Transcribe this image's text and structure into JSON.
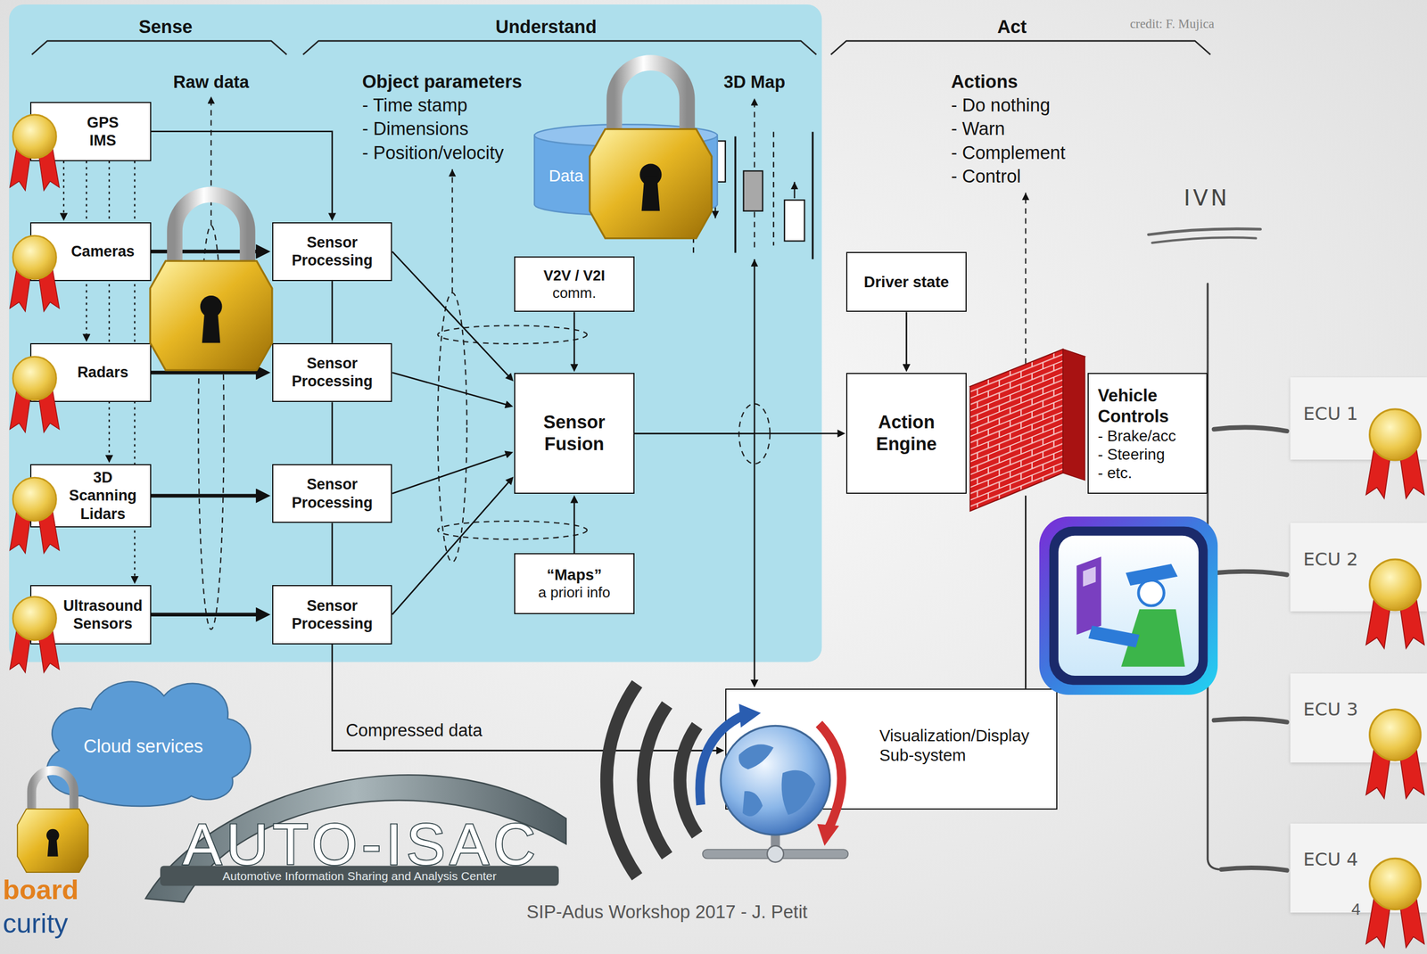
{
  "diagram": {
    "nodes": [
      {
        "text": [
          "GPS IMS"
        ]
      },
      {
        "text": [
          "Cameras"
        ]
      },
      {
        "text": [
          "Radars"
        ]
      },
      {
        "text": [
          "3D Scanning Lidars"
        ]
      },
      {
        "text": [
          "Ultrasound Sensors"
        ]
      },
      {
        "text": [
          "Sensor Processing"
        ]
      },
      {
        "text": [
          "Sensor Processing"
        ]
      },
      {
        "text": [
          "Sensor Processing"
        ]
      },
      {
        "text": [
          "Sensor Processing"
        ]
      },
      {
        "text": [
          "Data"
        ]
      },
      {
        "text": [
          "V2V / V2I",
          "comm."
        ]
      },
      {
        "text": [
          "Sensor Fusion"
        ]
      },
      {
        "text": [
          "“Maps”",
          "a priori info"
        ]
      },
      {
        "text": [
          "Driver state"
        ]
      },
      {
        "text": [
          "Action Engine"
        ]
      },
      {
        "text": [
          "Vehicle Controls",
          "- Brake/acc",
          "- Steering",
          "- etc."
        ]
      },
      {
        "text": [
          "Visualization/Display Sub-system"
        ]
      },
      {
        "text": [
          "Cloud services"
        ]
      },
      {
        "text": [
          "ECU 1"
        ]
      },
      {
        "text": [
          "ECU 2"
        ]
      },
      {
        "text": [
          "ECU 3"
        ]
      },
      {
        "text": [
          "ECU 4"
        ]
      }
    ],
    "edges": [
      {
        "from": 0,
        "to": 5,
        "arrow": "to"
      },
      {
        "from": 0,
        "to": 1,
        "arrow": "to"
      },
      {
        "from": 0,
        "to": 2,
        "arrow": "to"
      },
      {
        "from": 0,
        "to": 3,
        "arrow": "to"
      },
      {
        "from": 0,
        "to": 4,
        "arrow": "to"
      },
      {
        "from": 1,
        "to": 5,
        "arrow": "to"
      },
      {
        "from": 2,
        "to": 6,
        "arrow": "to"
      },
      {
        "from": 3,
        "to": 7,
        "arrow": "to"
      },
      {
        "from": 4,
        "to": 8,
        "arrow": "to"
      },
      {
        "from": 5,
        "to": 6,
        "arrow": "none"
      },
      {
        "from": 6,
        "to": 7,
        "arrow": "none"
      },
      {
        "from": 7,
        "to": 8,
        "arrow": "none"
      },
      {
        "from": 5,
        "to": 11,
        "arrow": "to"
      },
      {
        "from": 6,
        "to": 11,
        "arrow": "to"
      },
      {
        "from": 7,
        "to": 11,
        "arrow": "to"
      },
      {
        "from": 8,
        "to": 11,
        "arrow": "to"
      },
      {
        "from": 10,
        "to": 11,
        "arrow": "to"
      },
      {
        "from": 12,
        "to": 11,
        "arrow": "to"
      },
      {
        "from": 11,
        "to": 14,
        "arrow": "to"
      },
      {
        "from": 13,
        "to": 14,
        "arrow": "to"
      },
      {
        "from": 11,
        "to": 16,
        "arrow": "to"
      },
      {
        "from": 8,
        "to": 16,
        "label": "Compressed data",
        "arrow": "to"
      }
    ],
    "labels": [
      "Sense",
      "Understand",
      "Act",
      "credit: F. Mujica",
      "Raw data",
      "Object parameters",
      "- Time stamp",
      "- Dimensions",
      "- Position/velocity",
      "3D Map",
      "Actions",
      "- Do nothing",
      "- Warn",
      "- Complement",
      "- Control",
      "IVN",
      "AUTO-ISAC",
      "Automotive Information Sharing and Analysis Center",
      "board",
      "curity",
      "SIP-Adus Workshop 2017 - J. Petit",
      "4"
    ]
  }
}
